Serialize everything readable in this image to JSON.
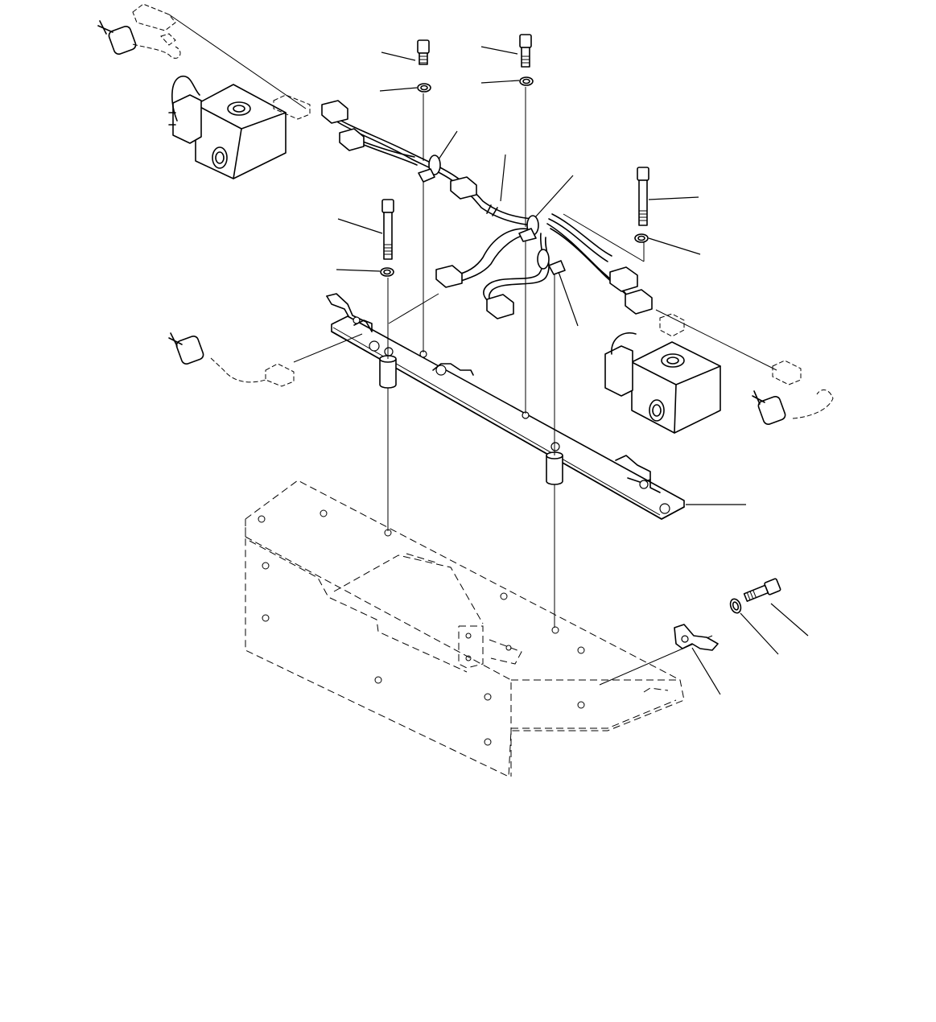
{
  "diagram": {
    "type": "exploded parts view",
    "style": "black line art on white",
    "parts": [
      {
        "name": "wiring-harness"
      },
      {
        "name": "mounting-plate"
      },
      {
        "name": "frame-bracket"
      },
      {
        "name": "solenoid-valve-left"
      },
      {
        "name": "solenoid-valve-right"
      },
      {
        "name": "bolt"
      },
      {
        "name": "washer"
      },
      {
        "name": "harness-clamp"
      },
      {
        "name": "clip-bracket"
      },
      {
        "name": "spacer-collar"
      }
    ],
    "callout_labels": []
  },
  "colors": {
    "ink": "#000000",
    "paper": "#ffffff"
  }
}
